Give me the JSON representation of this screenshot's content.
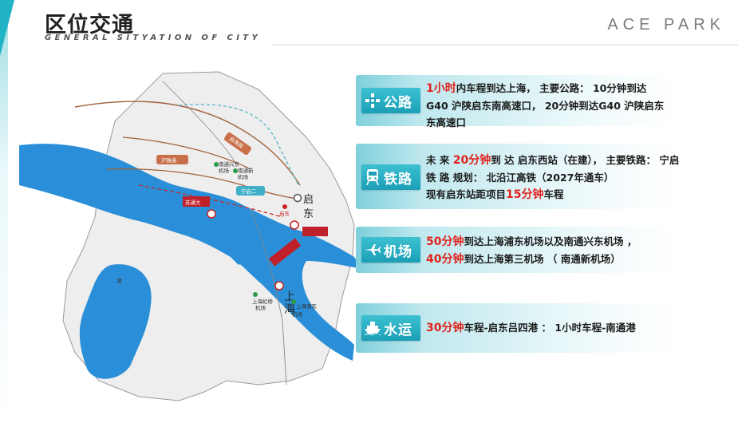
{
  "header": {
    "title": "区位交通",
    "subtitle": "GENERAL SITYATION OF CITY",
    "brand": "ACE PARK"
  },
  "map": {
    "labels": {
      "sutong": "苏通大",
      "huling": "沪陕高",
      "qihai": "启海高",
      "ningqi": "宁启二",
      "nantong_xingdong": "南通兴东",
      "nantong_xingdong2": "机场",
      "nantong_xin": "南通新",
      "nantong_xin2": "机场",
      "qi": "启",
      "dong": "东",
      "qidong_small": "启东",
      "shang": "上",
      "hai": "海",
      "hongqiao": "上海虹桥",
      "hongqiao2": "机场",
      "pudong": "上海浦东",
      "pudong2": "机场",
      "hu": "湖"
    }
  },
  "sections": {
    "road": {
      "label": "公路",
      "icon": "highway-icon",
      "line1_hl": "1小时",
      "line1_rest": "内车程到达上海， 主要公路： 10分钟到达",
      "line2": "G40 沪陕启东南高速口， 20分钟到达G40 沪陕启东",
      "line3": "东高速口"
    },
    "rail": {
      "label": "铁路",
      "icon": "train-icon",
      "line1_pre": "未 来 ",
      "line1_hl": "20分钟",
      "line1_rest": "到 达 启东西站（在建）， 主要铁路： 宁启",
      "line2": "铁 路 规划： 北沿江高铁（2027年通车）",
      "line3_pre": "现有启东站距项目",
      "line3_hl": "15分钟",
      "line3_rest": "车程"
    },
    "air": {
      "label": "机场",
      "icon": "airplane-icon",
      "line1_hl": "50分钟",
      "line1_rest": "到达上海浦东机场以及南通兴东机场 ，",
      "line2_hl": "40分钟",
      "line2_rest": "到达上海第三机场 （ 南通新机场）"
    },
    "water": {
      "label": "水运",
      "icon": "ship-icon",
      "line1_hl": "30分钟",
      "line1_rest": "车程-启东吕四港 ： 1小时车程-南通港"
    }
  },
  "colors": {
    "accent": "#1fb3c4",
    "highlight": "#e0221c",
    "water": "#2a8fd8"
  }
}
